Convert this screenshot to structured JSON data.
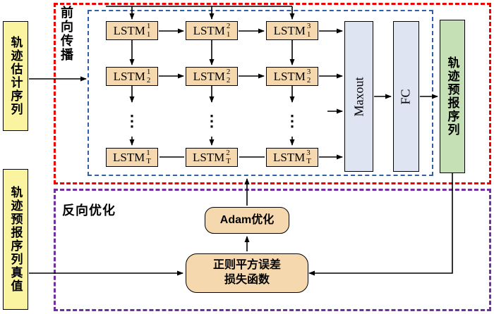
{
  "figure": {
    "input_sequence_label": "轨迹估计序列",
    "truth_sequence_label": "轨迹预报序列真值",
    "output_sequence_label": "轨迹预报序列",
    "forward_section_label": "前向传播",
    "backward_section_label": "反向优化",
    "maxout_label": "Maxout",
    "fc_label": "FC",
    "adam_label": "Adam优化",
    "loss_line1": "正则平方误差",
    "loss_line2": "损失函数"
  },
  "lstm_grid": {
    "dots": "⋮",
    "cells": [
      {
        "label": "LSTM",
        "sup": "1",
        "sub": "1"
      },
      {
        "label": "LSTM",
        "sup": "2",
        "sub": "1"
      },
      {
        "label": "LSTM",
        "sup": "3",
        "sub": "1"
      },
      {
        "label": "LSTM",
        "sup": "1",
        "sub": "2"
      },
      {
        "label": "LSTM",
        "sup": "2",
        "sub": "2"
      },
      {
        "label": "LSTM",
        "sup": "3",
        "sub": "2"
      },
      {
        "label": "LSTM",
        "sup": "1",
        "sub": "T"
      },
      {
        "label": "LSTM",
        "sup": "2",
        "sub": "T"
      },
      {
        "label": "LSTM",
        "sup": "3",
        "sub": "T"
      }
    ]
  },
  "colors": {
    "box-yellow": "#FAF3A0",
    "box-tan": "#F6D8AE",
    "box-lavender": "#DEE4F2",
    "box-green": "#C5E0B4",
    "border-red": "#F00000",
    "border-blue": "#2E5FA8",
    "border-purple": "#7030A0",
    "ink": "#000000"
  }
}
